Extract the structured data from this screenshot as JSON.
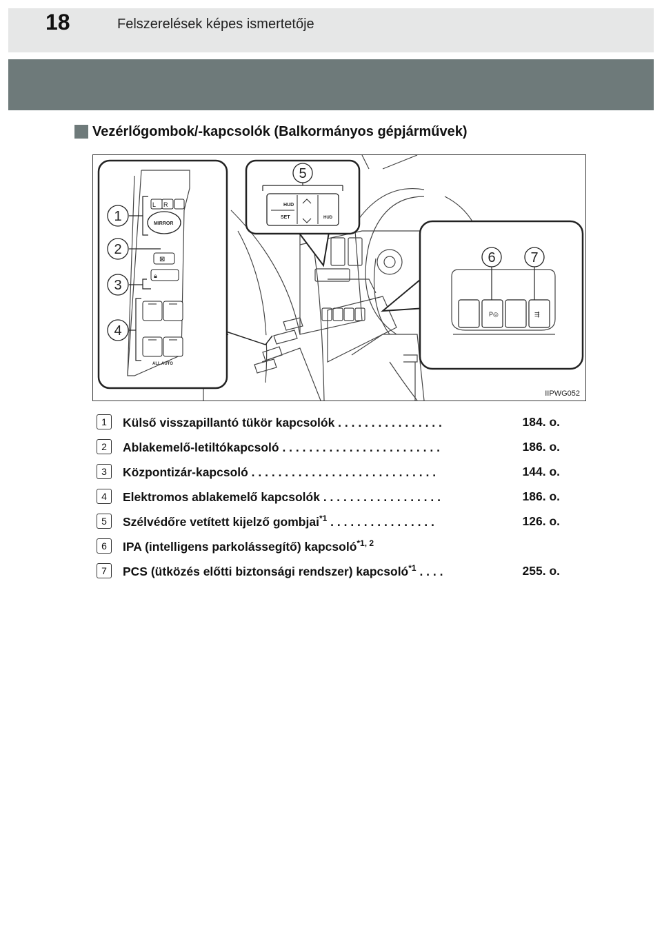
{
  "header": {
    "page_number": "18",
    "title": "Felszerelések képes ismertetője"
  },
  "section": {
    "title": "Vezérlőgombok/-kapcsolók (Balkormányos gépjárművek)"
  },
  "figure": {
    "code": "IIPWG052",
    "callouts": [
      "1",
      "2",
      "3",
      "4",
      "5",
      "6",
      "7"
    ],
    "labels": {
      "mirror": "MIRROR",
      "hud": "HUD",
      "set": "SET",
      "hud_small": "HUD",
      "all_auto": "ALL AUTO",
      "l": "L",
      "r": "R"
    }
  },
  "items": [
    {
      "num": "1",
      "label": "Külső visszapillantó tükör kapcsolók . . . . . . . . . . . . . . . .",
      "sup": "",
      "tail": "",
      "page": "184. o."
    },
    {
      "num": "2",
      "label": "Ablakemelő-letiltókapcsoló  . . . . . . . . . . . . . . . . . . . . . . . .",
      "sup": "",
      "tail": "",
      "page": "186. o."
    },
    {
      "num": "3",
      "label": "Központizár-kapcsoló . . . . . . . . . . . . . . . . . . . . . . . . . . . .",
      "sup": "",
      "tail": "",
      "page": "144. o."
    },
    {
      "num": "4",
      "label": "Elektromos ablakemelő kapcsolók  . . . . . . . . . . . . . . . . . .",
      "sup": "",
      "tail": "",
      "page": "186. o."
    },
    {
      "num": "5",
      "label": "Szélvédőre vetített kijelző gombjai",
      "sup": "*1",
      "tail": "  . . . . . . . . . . . . . . . .",
      "page": "126. o."
    },
    {
      "num": "6",
      "label": "IPA (intelligens parkolássegítő) kapcsoló",
      "sup": "*1, 2",
      "tail": "",
      "page": ""
    },
    {
      "num": "7",
      "label": "PCS (ütközés előtti biztonsági rendszer) kapcsoló",
      "sup": "*1",
      "tail": " . . . .",
      "page": "255. o."
    }
  ]
}
